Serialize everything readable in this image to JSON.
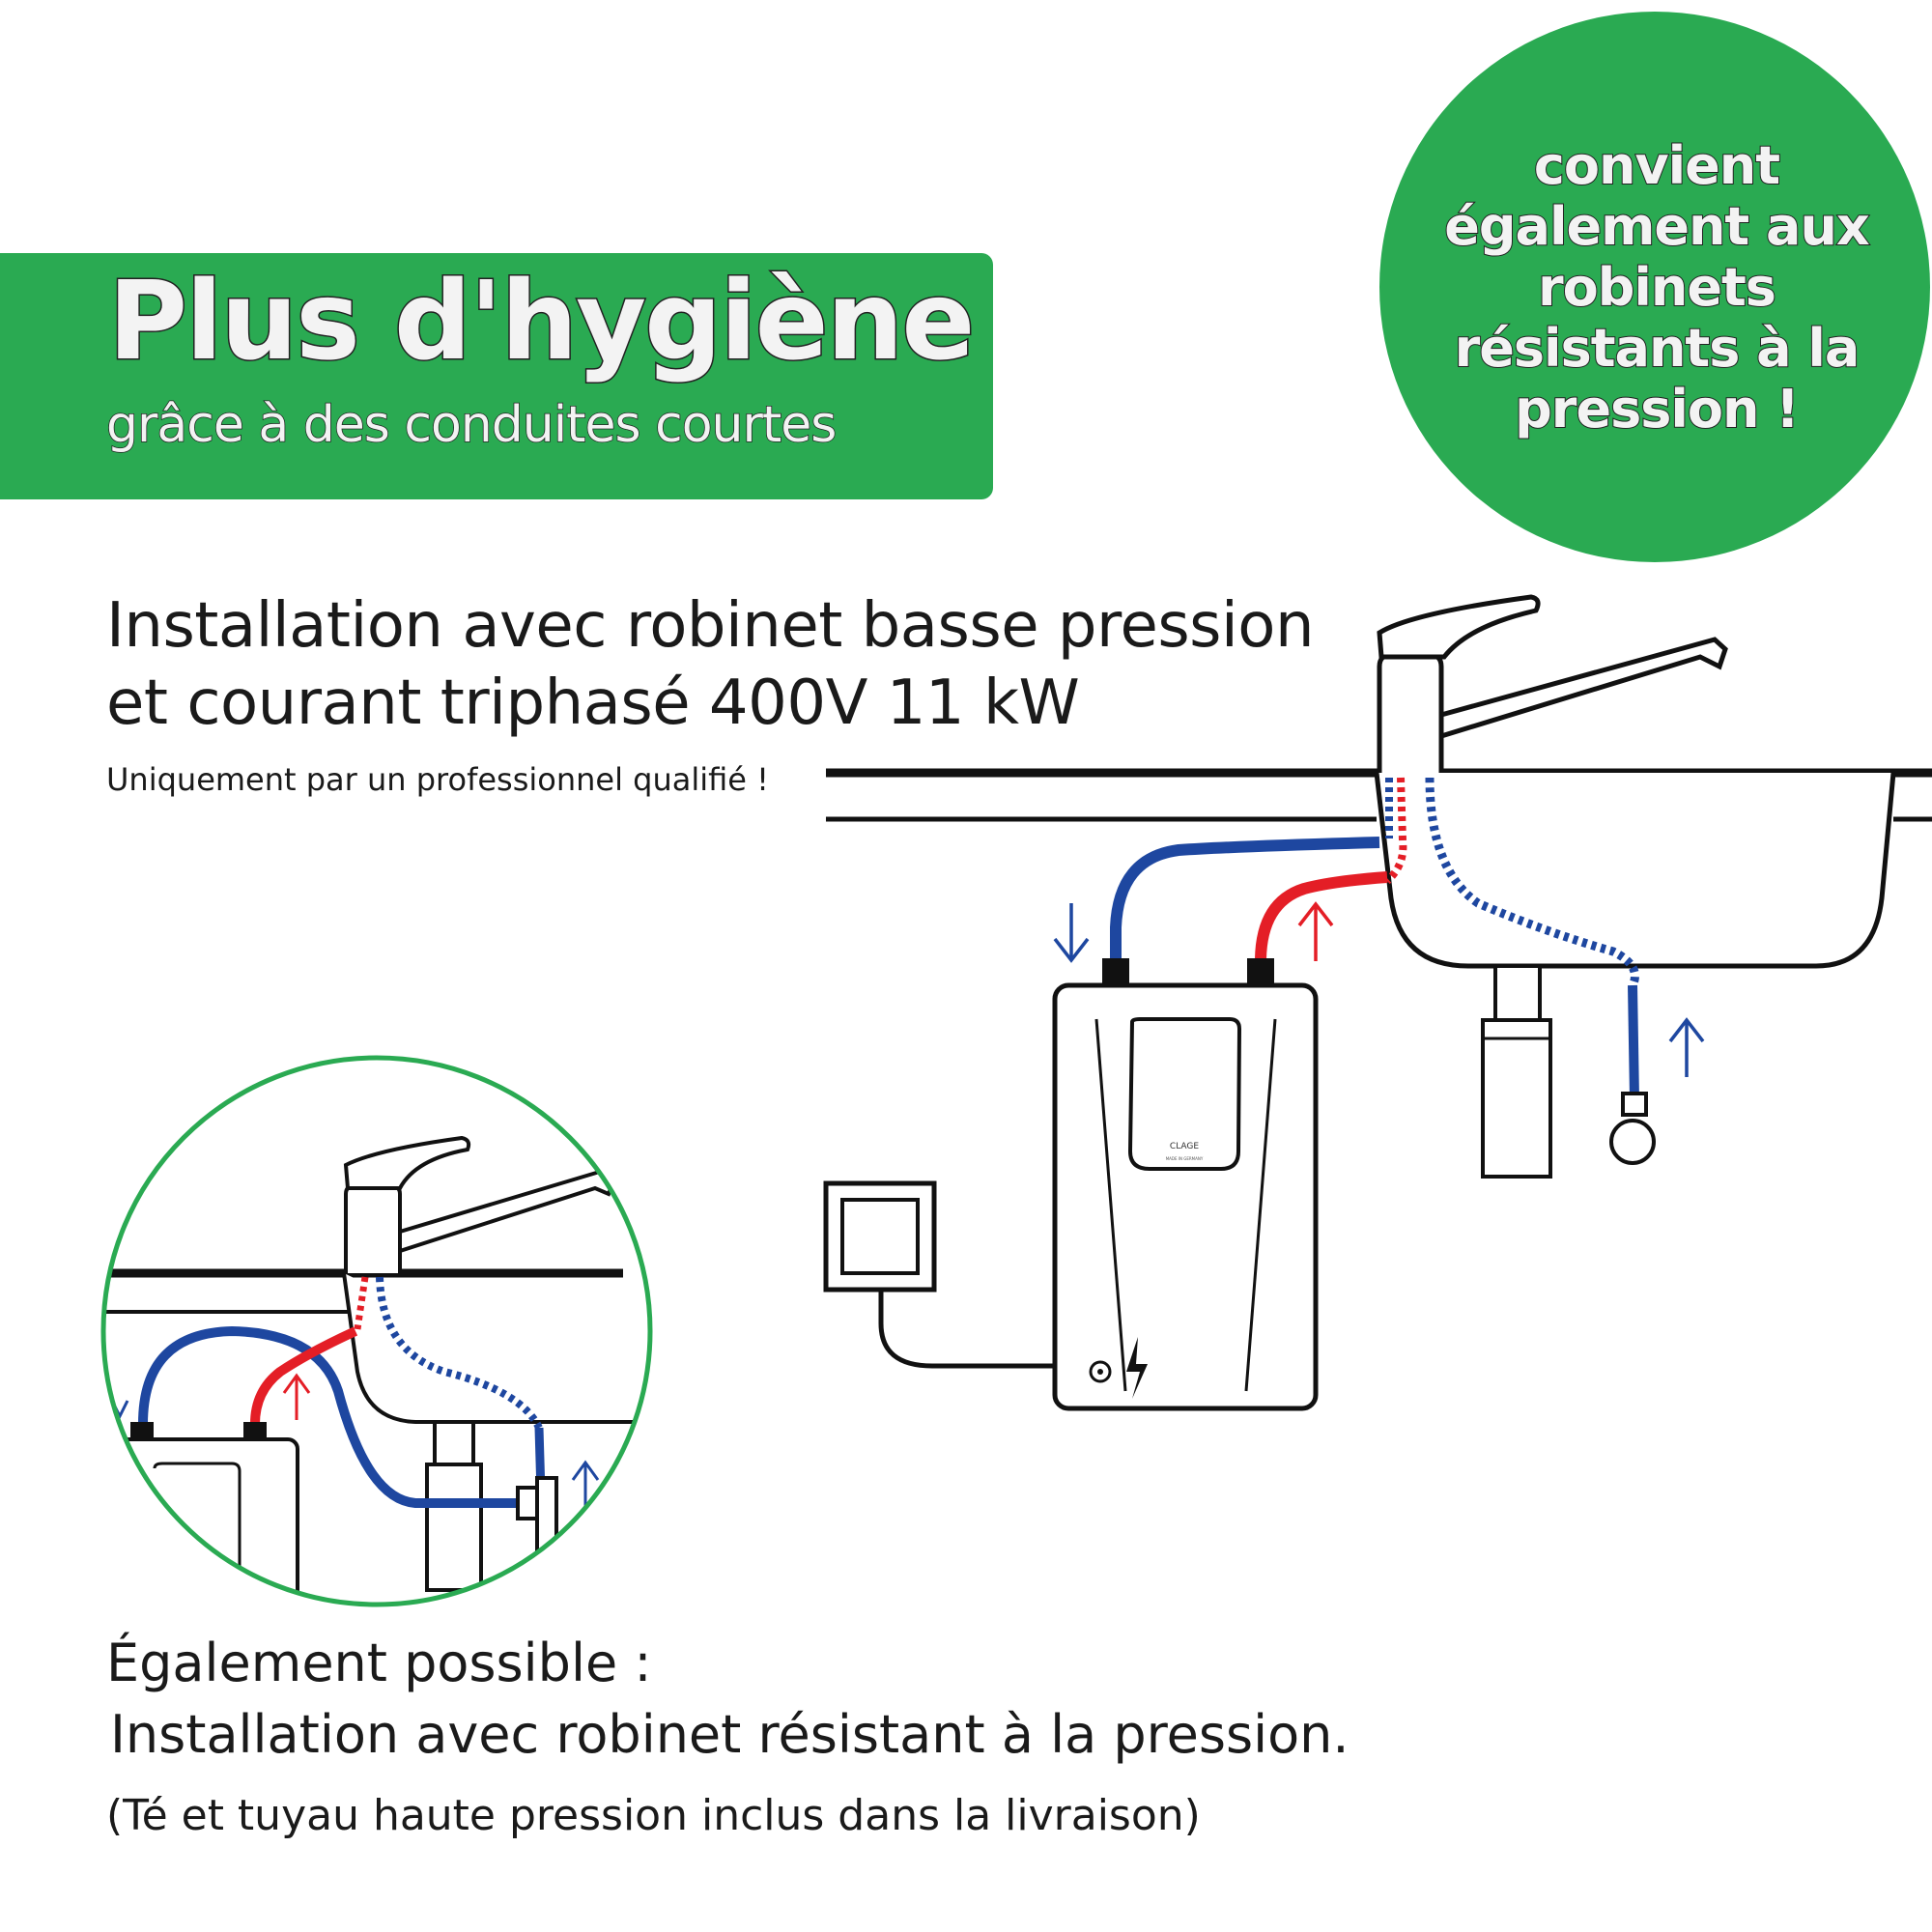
{
  "banner": {
    "title": "Plus d'hygiène",
    "subtitle": "grâce à des conduites courtes"
  },
  "badge": {
    "lines": [
      "convient",
      "également aux",
      "robinets",
      "résistants à la",
      "pression !"
    ]
  },
  "installation": {
    "heading_line1": "Installation avec robinet basse pression",
    "heading_line2": "et courant triphasé 400V 11 kW",
    "note": "Uniquement par un professionnel qualifié !"
  },
  "device": {
    "brand": "CLAGE",
    "origin": "MADE IN GERMANY"
  },
  "alternative": {
    "title": "Également possible :",
    "line": "Installation avec robinet résistant à la pression.",
    "note": "(Té et tuyau haute pression inclus dans la livraison)"
  },
  "colors": {
    "accent_green": "#2aaa52",
    "hot_pipe": "#e41e26",
    "cold_pipe": "#1e47a0",
    "outline": "#111111"
  }
}
